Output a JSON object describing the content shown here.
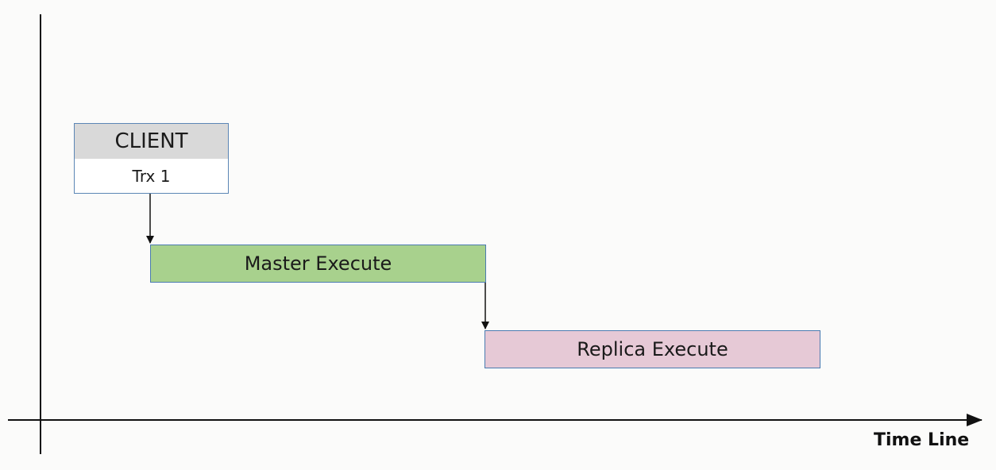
{
  "client": {
    "title": "CLIENT",
    "transaction": "Trx 1"
  },
  "stages": {
    "master": {
      "label": "Master Execute",
      "color": "#a8d18d"
    },
    "replica": {
      "label": "Replica Execute",
      "color": "#e6c9d6"
    }
  },
  "axis": {
    "x_label": "Time Line"
  }
}
